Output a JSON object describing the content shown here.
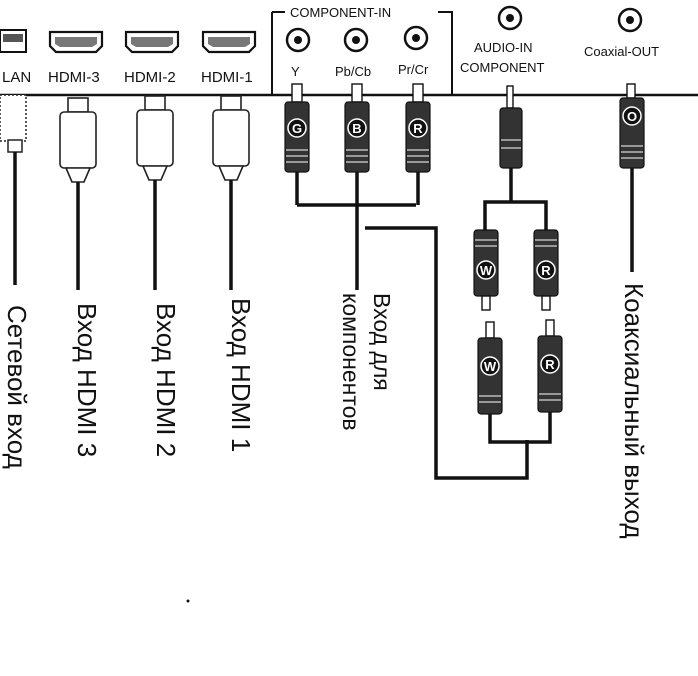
{
  "panel": {
    "ports": {
      "lan": "LAN",
      "hdmi3": "HDMI-3",
      "hdmi2": "HDMI-2",
      "hdmi1": "HDMI-1",
      "component_group": "COMPONENT-IN",
      "component_y": "Y",
      "component_pb": "Pb/Cb",
      "component_pr": "Pr/Cr",
      "audio_in_line1": "AUDIO-IN",
      "audio_in_line2": "COMPONENT",
      "coaxial_out": "Coaxial-OUT"
    }
  },
  "plugs": {
    "green": "G",
    "blue": "B",
    "red": "R",
    "coax": "O",
    "white": "W",
    "red_audio": "R"
  },
  "captions": {
    "lan": "Сетевой вход",
    "hdmi3": "Вход HDMI 3",
    "hdmi2": "Вход HDMI 2",
    "hdmi1": "Вход HDMI 1",
    "component_line1": "Вход для",
    "component_line2": "компонентов",
    "coaxial": "Коаксиальный выход"
  }
}
